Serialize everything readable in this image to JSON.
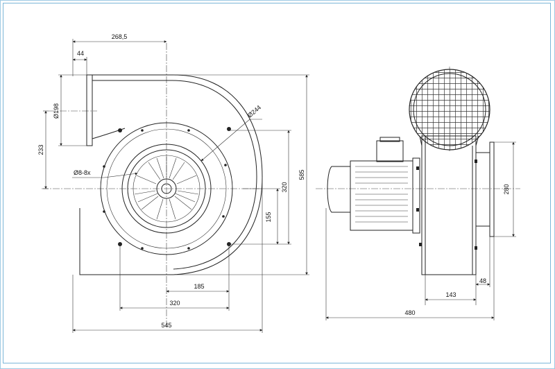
{
  "diagram": {
    "title": "",
    "front_view": {
      "dim_outlet_offset": "268,5",
      "dim_flange_depth": "44",
      "dim_outlet_diameter": "Ø198",
      "dim_outlet_height": "233",
      "dim_inlet_diameter": "Ø244",
      "dim_holes": "Ø8-8x",
      "dim_hole_circle_height": "320",
      "dim_total_height": "585",
      "dim_shaft_to_base": "155",
      "dim_half_base": "185",
      "dim_base_width": "320",
      "dim_total_width": "545"
    },
    "side_view": {
      "dim_flange_height": "280",
      "dim_housing_depth": "143",
      "dim_flange_offset": "48",
      "dim_total_length": "480"
    }
  }
}
